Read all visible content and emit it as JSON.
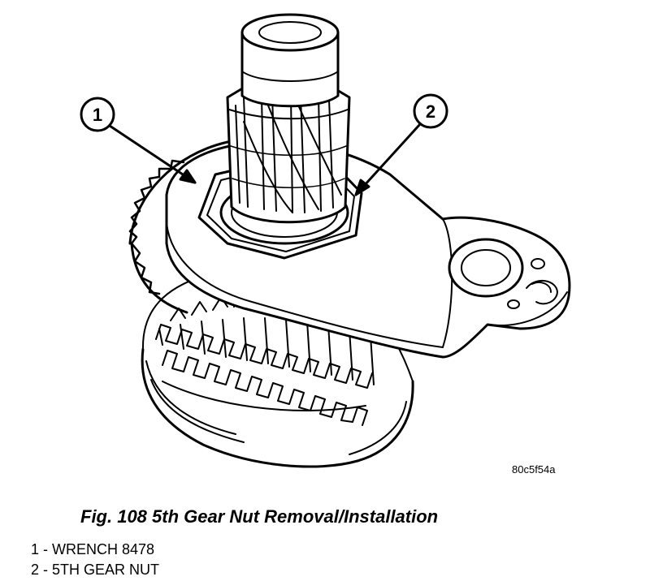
{
  "figure": {
    "image_id": "80c5f54a",
    "caption": "Fig. 108 5th Gear Nut Removal/Installation",
    "callouts": [
      {
        "number": "1",
        "label": "WRENCH 8478"
      },
      {
        "number": "2",
        "label": "5TH GEAR NUT"
      }
    ],
    "legend": [
      "1 - WRENCH 8478",
      "2 - 5TH GEAR NUT"
    ]
  }
}
